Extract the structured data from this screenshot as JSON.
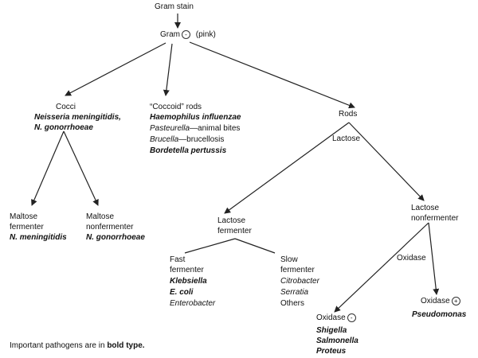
{
  "root": {
    "gram_stain": "Gram stain",
    "gram": "Gram",
    "gram_sign": "-",
    "pink": "(pink)"
  },
  "cocci": {
    "title": "Cocci",
    "line1": "Neisseria meningitidis,",
    "line2": "N. gonorrhoeae"
  },
  "maltose_fermenter": {
    "line1": "Maltose",
    "line2": "fermenter",
    "species": "N. meningitidis"
  },
  "maltose_nonfermenter": {
    "line1": "Maltose",
    "line2": "nonfermenter",
    "species": "N. gonorrhoeae"
  },
  "coccoid_rods": {
    "title": "“Coccoid” rods",
    "haemophilus": "Haemophilus influenzae",
    "pasteurella": "Pasteurella",
    "pasteurella_note": "—animal bites",
    "brucella": "Brucella",
    "brucella_note": "—brucellosis",
    "bordetella": "Bordetella pertussis"
  },
  "rods": {
    "title": "Rods",
    "edge_label": "Lactose"
  },
  "lactose_fermenter": {
    "line1": "Lactose",
    "line2": "fermenter"
  },
  "lactose_nonfermenter": {
    "line1": "Lactose",
    "line2": "nonfermenter",
    "edge_label": "Oxidase"
  },
  "fast_fermenter": {
    "line1": "Fast",
    "line2": "fermenter",
    "items": [
      "Klebsiella",
      "E. coli",
      "Enterobacter"
    ]
  },
  "slow_fermenter": {
    "line1": "Slow",
    "line2": "fermenter",
    "items": [
      "Citrobacter",
      "Serratia",
      "Others"
    ]
  },
  "oxidase_negative": {
    "label": "Oxidase",
    "sign": "-",
    "items": [
      "Shigella",
      "Salmonella",
      "Proteus"
    ]
  },
  "oxidase_positive": {
    "label": "Oxidase",
    "sign": "+",
    "species": "Pseudomonas"
  },
  "footnote": {
    "text": "Important pathogens are in ",
    "bold": "bold type."
  },
  "colors": {
    "line": "#222222",
    "text": "#111111"
  }
}
